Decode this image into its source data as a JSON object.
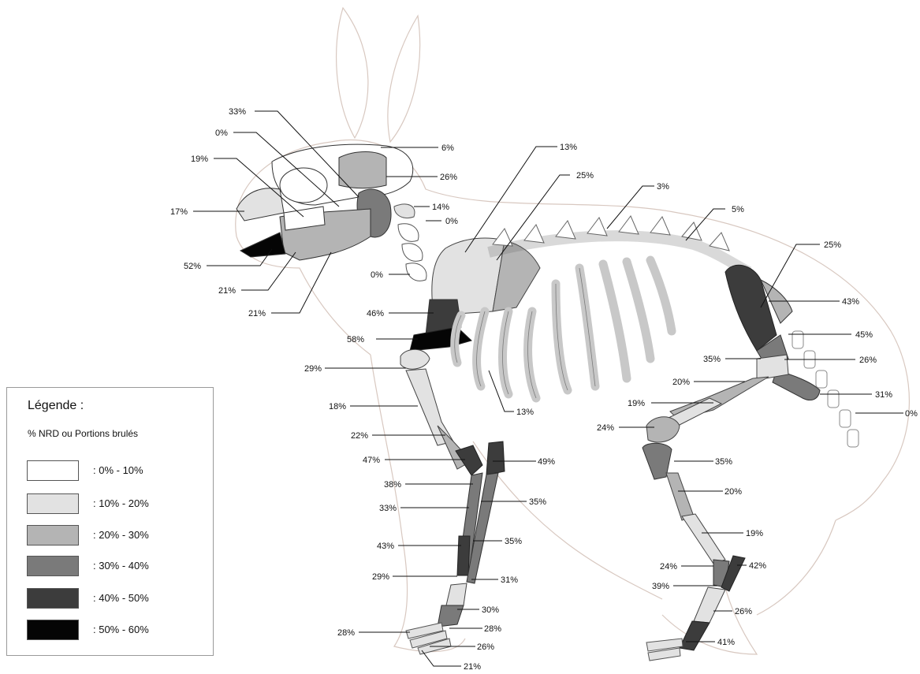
{
  "legend": {
    "title": "Légende :",
    "subtitle": "% NRD ou Portions brulés",
    "items": [
      {
        "label": ": 0% - 10%",
        "color": "#ffffff"
      },
      {
        "label": ": 10% - 20%",
        "color": "#e2e2e2"
      },
      {
        "label": ": 20% - 30%",
        "color": "#b4b4b4"
      },
      {
        "label": ": 30% - 40%",
        "color": "#7a7a7a"
      },
      {
        "label": ": 40% - 50%",
        "color": "#3c3c3c"
      },
      {
        "label": ": 50% - 60%",
        "color": "#050505"
      }
    ]
  },
  "bone_labels": {
    "skull_top": "33%",
    "skull_orbit": "0%",
    "nasal": "19%",
    "premaxilla": "17%",
    "incisor": "52%",
    "maxilla_teeth": "21%",
    "mandible": "21%",
    "cranium_upper": "6%",
    "cranium_back": "26%",
    "atlas": "14%",
    "axis": "0%",
    "cervical": "0%",
    "scapula_upper": "13%",
    "scapula_body": "25%",
    "thoracic": "3%",
    "lumbar": "5%",
    "ilium_top": "25%",
    "ilium": "43%",
    "ischium": "45%",
    "acetabulum": "35%",
    "pubis": "26%",
    "femur_head": "20%",
    "tail_root": "31%",
    "tail": "0%",
    "femur_shaft": "19%",
    "knee": "24%",
    "scapula_neck": "46%",
    "glenoid": "58%",
    "humerus_head": "29%",
    "humerus_shaft": "18%",
    "humerus_distal": "22%",
    "ulna_top": "47%",
    "olecranon": "49%",
    "radius_prox": "38%",
    "radius_mid": "33%",
    "ulna_mid": "35%",
    "radius_dist": "43%",
    "ulna_dist": "35%",
    "carpal": "29%",
    "ulna_tip": "31%",
    "metacarpal": "30%",
    "mc_mid": "28%",
    "phalanx_front": "28%",
    "phalanx_front_b": "26%",
    "phalanx_front_c": "21%",
    "ribs": "13%",
    "tibia_prox": "35%",
    "tibia_mid": "20%",
    "tibia_dist": "19%",
    "tarsal": "24%",
    "calcaneus": "42%",
    "astragalus": "39%",
    "metatarsal": "26%",
    "hind_phalanx": "41%"
  }
}
